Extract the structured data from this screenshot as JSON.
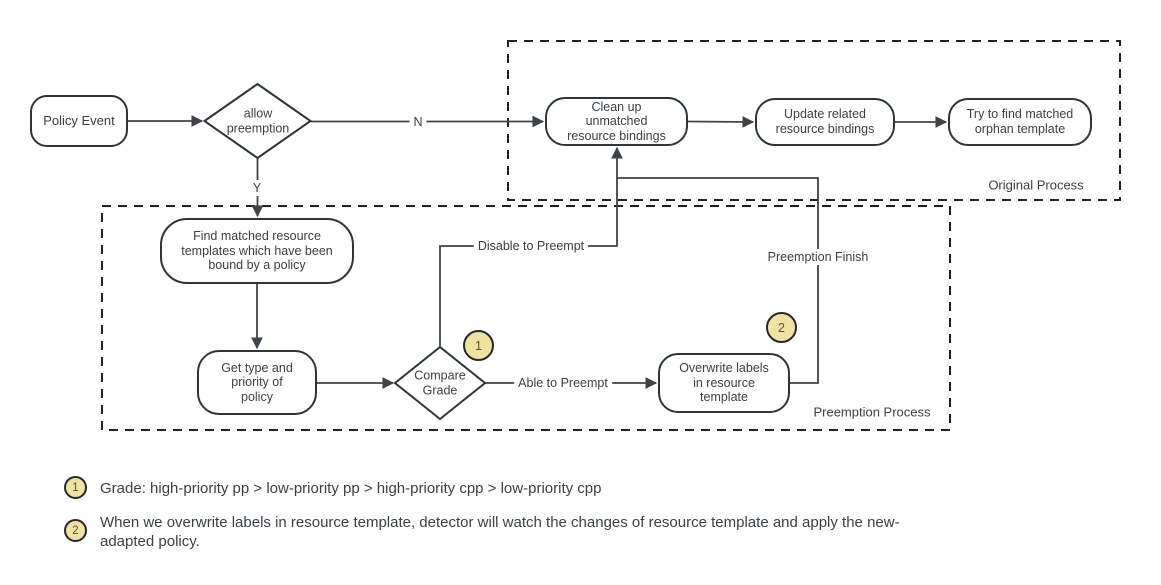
{
  "diagram": {
    "nodes": {
      "policy_event": {
        "label": "Policy Event"
      },
      "allow_preemption": {
        "label": "allow\npreemption"
      },
      "clean_up": {
        "label": "Clean up\nunmatched\nresource bindings"
      },
      "update_related": {
        "label": "Update related\nresource bindings"
      },
      "try_find": {
        "label": "Try to find matched\norphan template"
      },
      "find_matched": {
        "label": "Find matched resource\ntemplates which have been\nbound by a policy"
      },
      "get_type": {
        "label": "Get type and\npriority of\npolicy"
      },
      "compare_grade": {
        "label": "Compare\nGrade"
      },
      "overwrite_labels": {
        "label": "Overwrite labels\nin resource\ntemplate"
      }
    },
    "edge_labels": {
      "no": "N",
      "yes": "Y",
      "disable": "Disable to Preempt",
      "able": "Able to Preempt",
      "finish": "Preemption Finish"
    },
    "regions": {
      "original": "Original Process",
      "preemption": "Preemption Process"
    },
    "badges": {
      "one": "1",
      "two": "2"
    }
  },
  "notes": [
    {
      "num": "1",
      "text": "Grade: high-priority pp > low-priority pp > high-priority cpp > low-priority cpp"
    },
    {
      "num": "2",
      "text": "When we overwrite labels in resource template, detector will watch the changes of resource template and apply the new-\nadapted policy."
    }
  ],
  "colors": {
    "shape-stroke": "#2f3438",
    "line": "#3f4347",
    "dash": "#1f2224",
    "text": "#3c4045",
    "badge-fill": "#f0e2a2",
    "badge-stroke": "#26282c",
    "badge-text": "#5b5138",
    "bg": "#ffffff"
  }
}
